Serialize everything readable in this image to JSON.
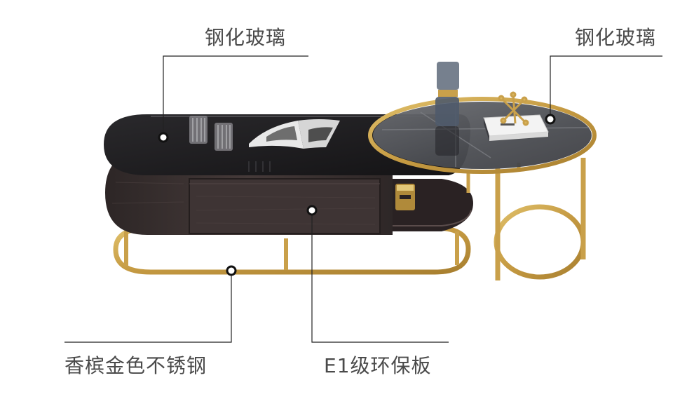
{
  "labels": {
    "top_left": "钢化玻璃",
    "top_right": "钢化玻璃",
    "bottom_left": "香槟金色不锈钢",
    "bottom_right": "E1级环保板"
  },
  "colors": {
    "gold": "#c9a04a",
    "wood_dark": "#3a3030",
    "glass_black": "#1d1c1e",
    "smoked_glass": "#55575c",
    "callout_line": "#222222"
  }
}
